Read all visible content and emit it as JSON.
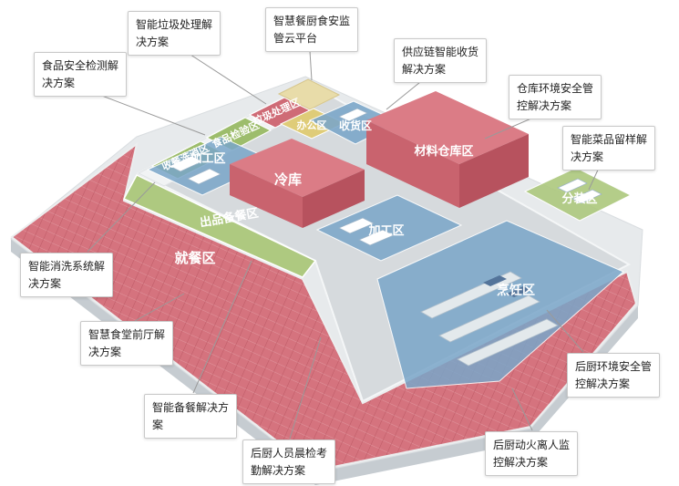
{
  "zones": {
    "wash_return": {
      "label": "收餐洗消区"
    },
    "food_inspection": {
      "label": "食品检验区"
    },
    "waste_treatment": {
      "label": "垃圾处理区"
    },
    "office": {
      "label": "办公区"
    },
    "receiving": {
      "label": "收货区"
    },
    "processing_1": {
      "label": "加工区"
    },
    "cold_storage": {
      "label": "冷库"
    },
    "material_warehouse": {
      "label": "材料仓库区"
    },
    "serving_prep": {
      "label": "出品备餐区"
    },
    "dining": {
      "label": "就餐区"
    },
    "processing_2": {
      "label": "加工区"
    },
    "cooking": {
      "label": "烹饪区"
    },
    "portioning": {
      "label": "分装区"
    }
  },
  "callouts": {
    "smart_waste": {
      "text": "智能垃圾处理解\n决方案"
    },
    "cloud_platform": {
      "text": "智慧餐厨食安监\n管云平台"
    },
    "supply_chain": {
      "text": "供应链智能收货\n解决方案"
    },
    "food_safety_testing": {
      "text": "食品安全检测解\n决方案"
    },
    "warehouse_env": {
      "text": "仓库环境安全管\n控解决方案"
    },
    "dish_sample": {
      "text": "智能菜品留样解\n决方案"
    },
    "washing_system": {
      "text": "智能消洗系统解\n决方案"
    },
    "front_hall": {
      "text": "智慧食堂前厅解\n决方案"
    },
    "meal_prep": {
      "text": "智能备餐解决方\n案"
    },
    "morning_check": {
      "text": "后厨人员晨检考\n勤解决方案"
    },
    "kitchen_env": {
      "text": "后厨环境安全管\n控解决方案"
    },
    "fire_monitor": {
      "text": "后厨动火离人监\n控解决方案"
    }
  },
  "palette": {
    "zone_pink_hatch": "#d5737e",
    "block_pink_top": "#db7c86",
    "block_pink_left": "#c9636e",
    "block_pink_right": "#b7525e",
    "zone_blue": "#7aa6c9",
    "zone_green": "#aec980",
    "room_green": "#9dbd6c",
    "room_red": "#cf6b76",
    "zone_yellow": "#dfcc78",
    "roof_cream": "#e8dca9",
    "ground_top": "#e7eaec",
    "ground_side": "#c6ccd1",
    "building_floor": "#d6dadd",
    "callout_border": "#c9c9c9",
    "callout_text": "#222222",
    "leader_line": "#9a9a9a",
    "zone_label_text": "#ffffff"
  }
}
